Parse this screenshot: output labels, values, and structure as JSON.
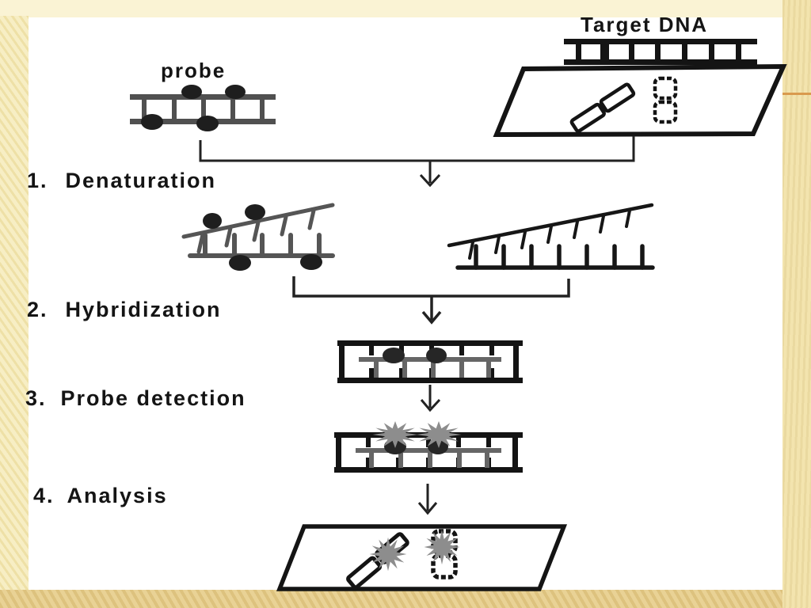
{
  "slide": {
    "probe_label": "probe",
    "target_dna_label": "Target DNA",
    "steps": [
      {
        "number": "1.",
        "label": "Denaturation"
      },
      {
        "number": "2.",
        "label": "Hybridization"
      },
      {
        "number": "3.",
        "label": "Probe detection"
      },
      {
        "number": "4.",
        "label": "Analysis"
      }
    ]
  },
  "figure": {
    "icons": [
      "probe-ladder-icon",
      "target-dna-ladder-icon",
      "sample-slide-icon",
      "chromosome-diagonal-icon",
      "chromosome-vertical-icon",
      "denatured-probe-icon",
      "denatured-target-icon",
      "hybridized-dna-icon",
      "probe-detection-dna-icon",
      "signal-burst-icon",
      "analysis-slide-icon",
      "arrow-down-icon"
    ]
  },
  "colors": {
    "ink_black": "#141414",
    "probe_gray": "#505050",
    "strand_gray": "#666666",
    "signal_gray": "#8d8d8d",
    "dot_dark": "#262626",
    "background_cream": "#f7eec4",
    "margin_tan": "#f3e4ae",
    "bottom_tan": "#e9d295",
    "accent_orange": "#d99a4e"
  }
}
